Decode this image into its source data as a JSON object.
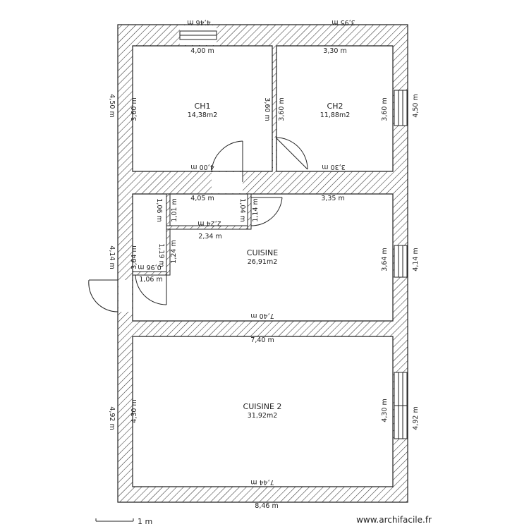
{
  "rooms": [
    {
      "name": "CH1",
      "area": "14,38m2"
    },
    {
      "name": "CH2",
      "area": "11,88m2"
    },
    {
      "name": "CUISINE",
      "area": "26,91m2"
    },
    {
      "name": "CUISINE 2",
      "area": "31,92m2"
    }
  ],
  "dims": {
    "top_outer_left": "4,46 m",
    "top_outer_right": "3,95 m",
    "ch1_top": "4,00 m",
    "ch2_top": "3,30 m",
    "left_outer_top": "4,50 m",
    "right_outer_top": "4,50 m",
    "ch1_left": "3,60 m",
    "ch1_right": "3,60 m",
    "ch2_left": "3,60 m",
    "ch2_right": "3,60 m",
    "ch1_bottom": "4,00 m",
    "ch2_bottom": "3,30 m",
    "cuisine_top_left": "4,05 m",
    "cuisine_top_right": "3,35 m",
    "closet_left_outer": "1,06 m",
    "closet_left_inner": "1,01 m",
    "closet_right_outer": "1,04 m",
    "closet_right_inner": "1,14 m",
    "closet_bottom_inner": "2,24 m",
    "closet_bottom_outer": "2,34 m",
    "left_outer_mid": "4,14 m",
    "right_outer_mid": "4,14 m",
    "cuisine_left": "3,64 m",
    "cuisine_right": "3,64 m",
    "entry_a": "1,19 m",
    "entry_b": "1,24 m",
    "entry_c": "0,96 m",
    "entry_d": "1,06 m",
    "cuisine_bottom": "7,40 m",
    "cuisine2_top": "7,40 m",
    "left_outer_bottom": "4,92 m",
    "right_outer_bottom": "4,92 m",
    "cuisine2_left": "4,30 m",
    "cuisine2_right": "4,30 m",
    "cuisine2_bottom": "7,44 m",
    "total_bottom": "8,46 m"
  },
  "scale_label": "1 m",
  "watermark": "www.archifacile.fr"
}
